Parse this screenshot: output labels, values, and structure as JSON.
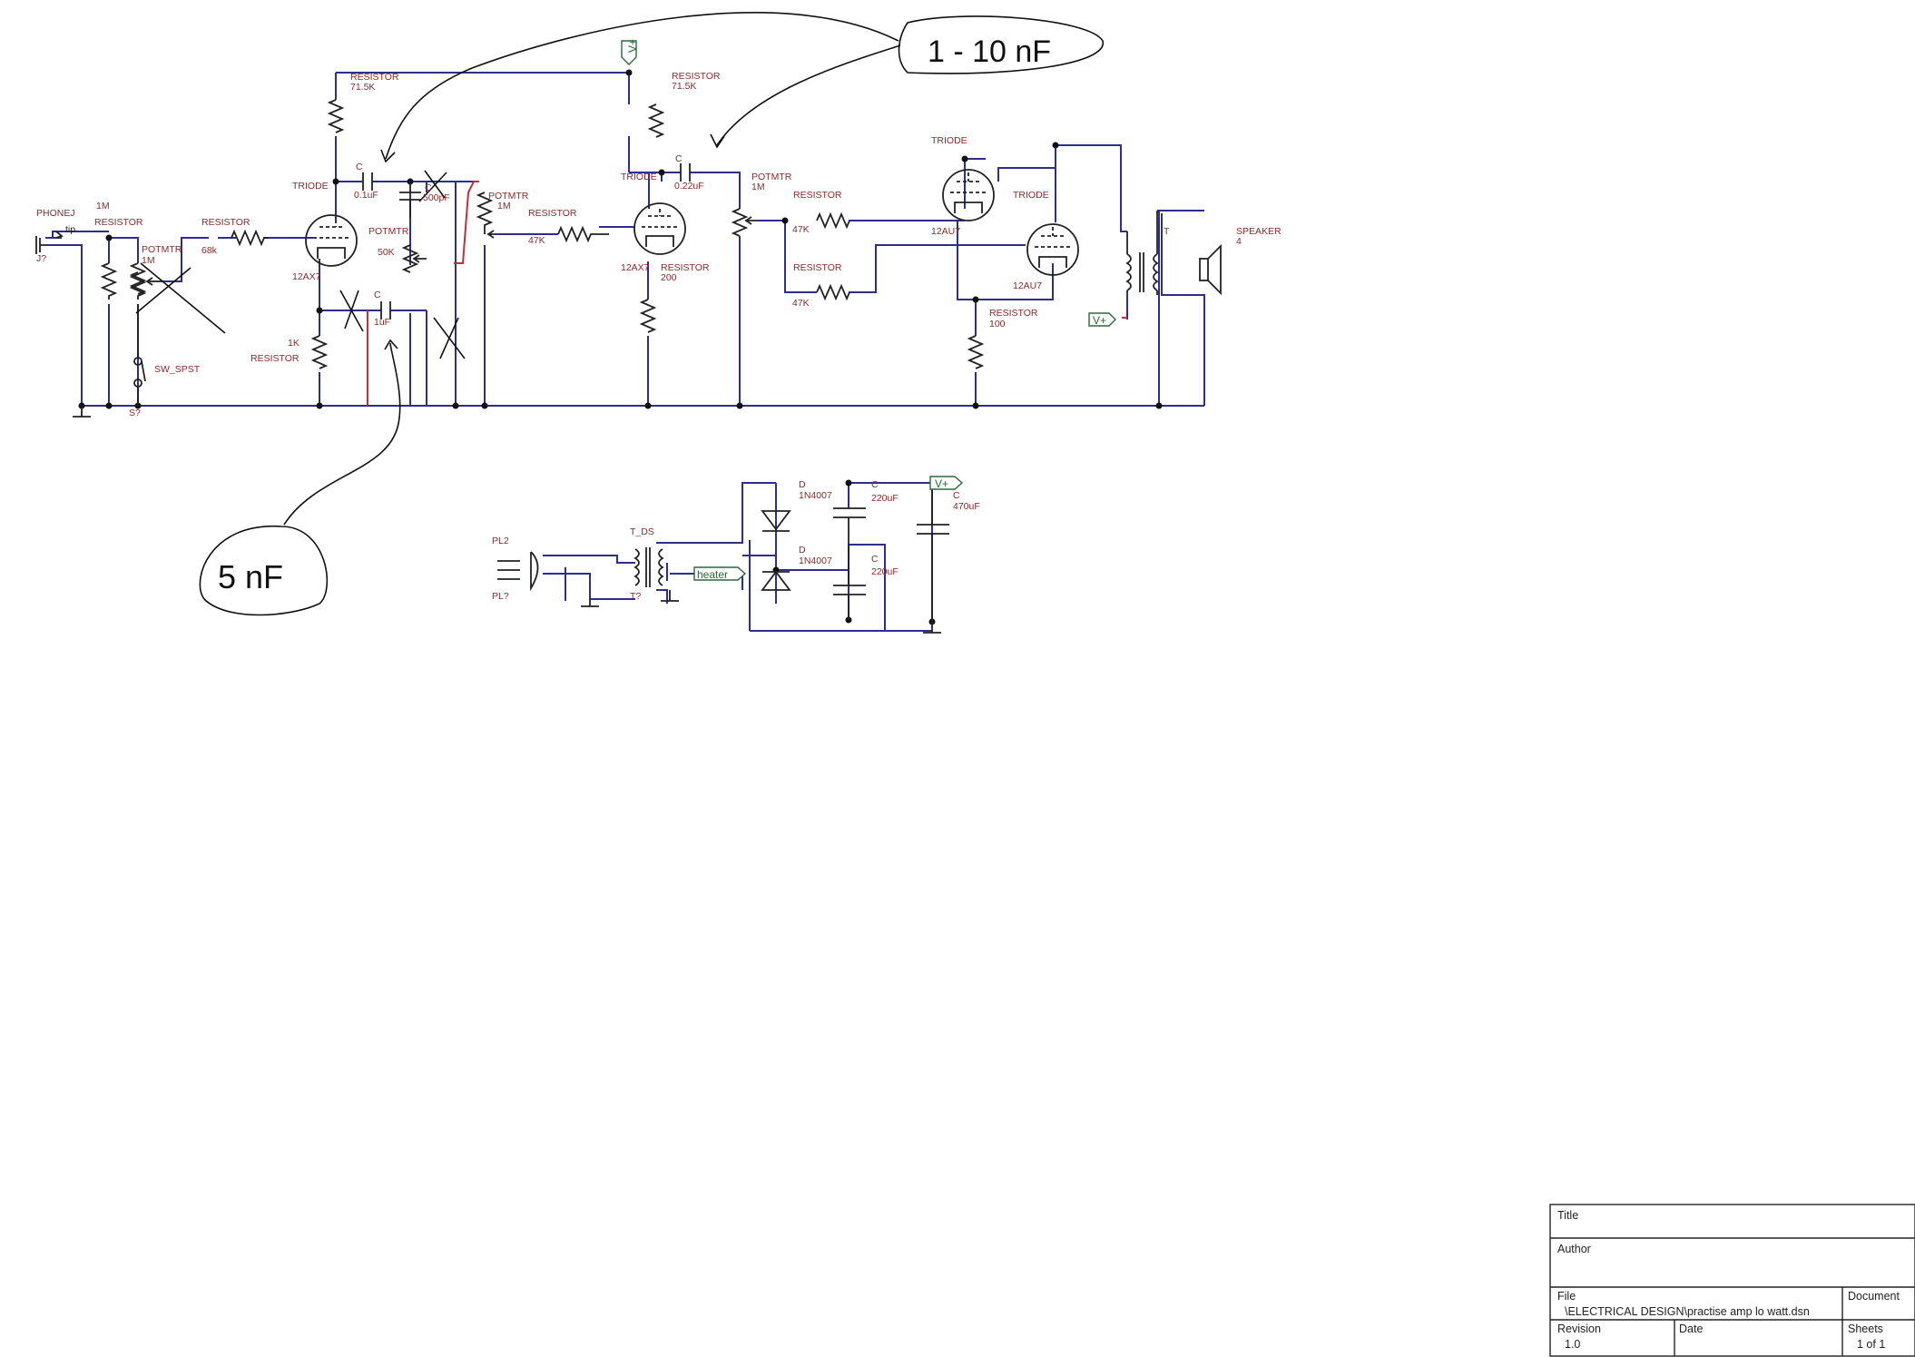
{
  "labels": {
    "phonej": "PHONEJ",
    "jack_ref": "J?",
    "tip": "tip",
    "r1_value": "1M",
    "r1_type": "RESISTOR",
    "pot1_type": "POTMTR",
    "pot1_value": "1M",
    "r_in_type": "RESISTOR",
    "r_in_value": "68k",
    "sw_type": "SW_SPST",
    "sw_ref": "S?",
    "r_plate1_type": "RESISTOR",
    "r_plate1_value": "71.5K",
    "triode1": "TRIODE",
    "tube1": "12AX7",
    "c1_ref": "C",
    "c1_value": "0.1uF",
    "c2_ref": "C",
    "c2_value": "500pF",
    "pot2_type": "POTMTR",
    "pot2_value": "50K",
    "pot3_type": "POTMTR",
    "pot3_value": "1M",
    "c3_ref": "C",
    "c3_value": "1uF",
    "rk1_value": "1K",
    "rk1_type": "RESISTOR",
    "r47_1_type": "RESISTOR",
    "r47_1_value": "47K",
    "r_plate2_type": "RESISTOR",
    "r_plate2_value": "71.5K",
    "triode2": "TRIODE",
    "tube2": "12AX7",
    "rk2_type": "RESISTOR",
    "rk2_value": "200",
    "c4_ref": "C",
    "c4_value": "0.22uF",
    "pot4_type": "POTMTR",
    "pot4_value": "1M",
    "r47_2_type": "RESISTOR",
    "r47_2_value": "47K",
    "r47_3_type": "RESISTOR",
    "r47_3_value": "47K",
    "triode3": "TRIODE",
    "tube3": "12AU7",
    "triode4": "TRIODE",
    "tube4": "12AU7",
    "rk3_type": "RESISTOR",
    "rk3_value": "100",
    "trans_ref": "T",
    "speaker_type": "SPEAKER",
    "speaker_value": "4",
    "vplus_1": "V+",
    "vplus_2": "V+",
    "vplus_3": "V+",
    "pl2": "PL2",
    "pl_ref": "PL?",
    "tds": "T_DS",
    "t_ref": "T?",
    "heater": "heater",
    "d1_ref": "D",
    "d1_value": "1N4007",
    "d2_ref": "D",
    "d2_value": "1N4007",
    "c5_ref": "C",
    "c5_value": "220uF",
    "c6_ref": "C",
    "c6_value": "220uF",
    "c7_ref": "C",
    "c7_value": "470uF"
  },
  "annotations": {
    "top_note": "1 - 10 nF",
    "bottom_note": "5 nF"
  },
  "title_block": {
    "title_label": "Title",
    "title_value": "",
    "author_label": "Author",
    "author_value": "",
    "file_label": "File",
    "file_value": "\\ELECTRICAL DESIGN\\practise amp lo watt.dsn",
    "document_label": "Document",
    "revision_label": "Revision",
    "revision_value": "1.0",
    "date_label": "Date",
    "sheets_label": "Sheets",
    "sheets_value": "1 of 1"
  },
  "colors": {
    "wire": "#2c2f8f",
    "modified_wire": "#c0303a",
    "label": "#8b2a2a",
    "port": "#1f6a35"
  }
}
